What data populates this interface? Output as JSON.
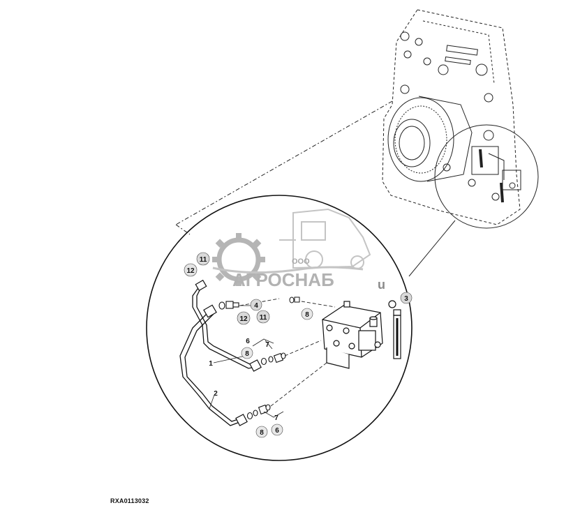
{
  "figure": {
    "id": "RXA0113032"
  },
  "watermark": {
    "ooo": "ООО",
    "brand": "АГРОСНАБ",
    "suffix": "u"
  },
  "callouts": [
    {
      "ref": "11",
      "label": "11"
    },
    {
      "ref": "12",
      "label": "12"
    },
    {
      "ref": "4",
      "label": "4"
    },
    {
      "ref": "12",
      "label": "12"
    },
    {
      "ref": "11",
      "label": "11"
    },
    {
      "ref": "8",
      "label": "8"
    },
    {
      "ref": "3",
      "label": "3"
    },
    {
      "ref": "6",
      "label": "6"
    },
    {
      "ref": "7",
      "label": "7"
    },
    {
      "ref": "8",
      "label": "8"
    },
    {
      "ref": "1",
      "label": "1"
    },
    {
      "ref": "2",
      "label": "2"
    },
    {
      "ref": "7",
      "label": "7"
    },
    {
      "ref": "8",
      "label": "8"
    },
    {
      "ref": "6",
      "label": "6"
    }
  ],
  "colors": {
    "line": "#1a1a1a",
    "watermark": "#b5b5b5",
    "callout_fill": "#d9d9d9"
  }
}
